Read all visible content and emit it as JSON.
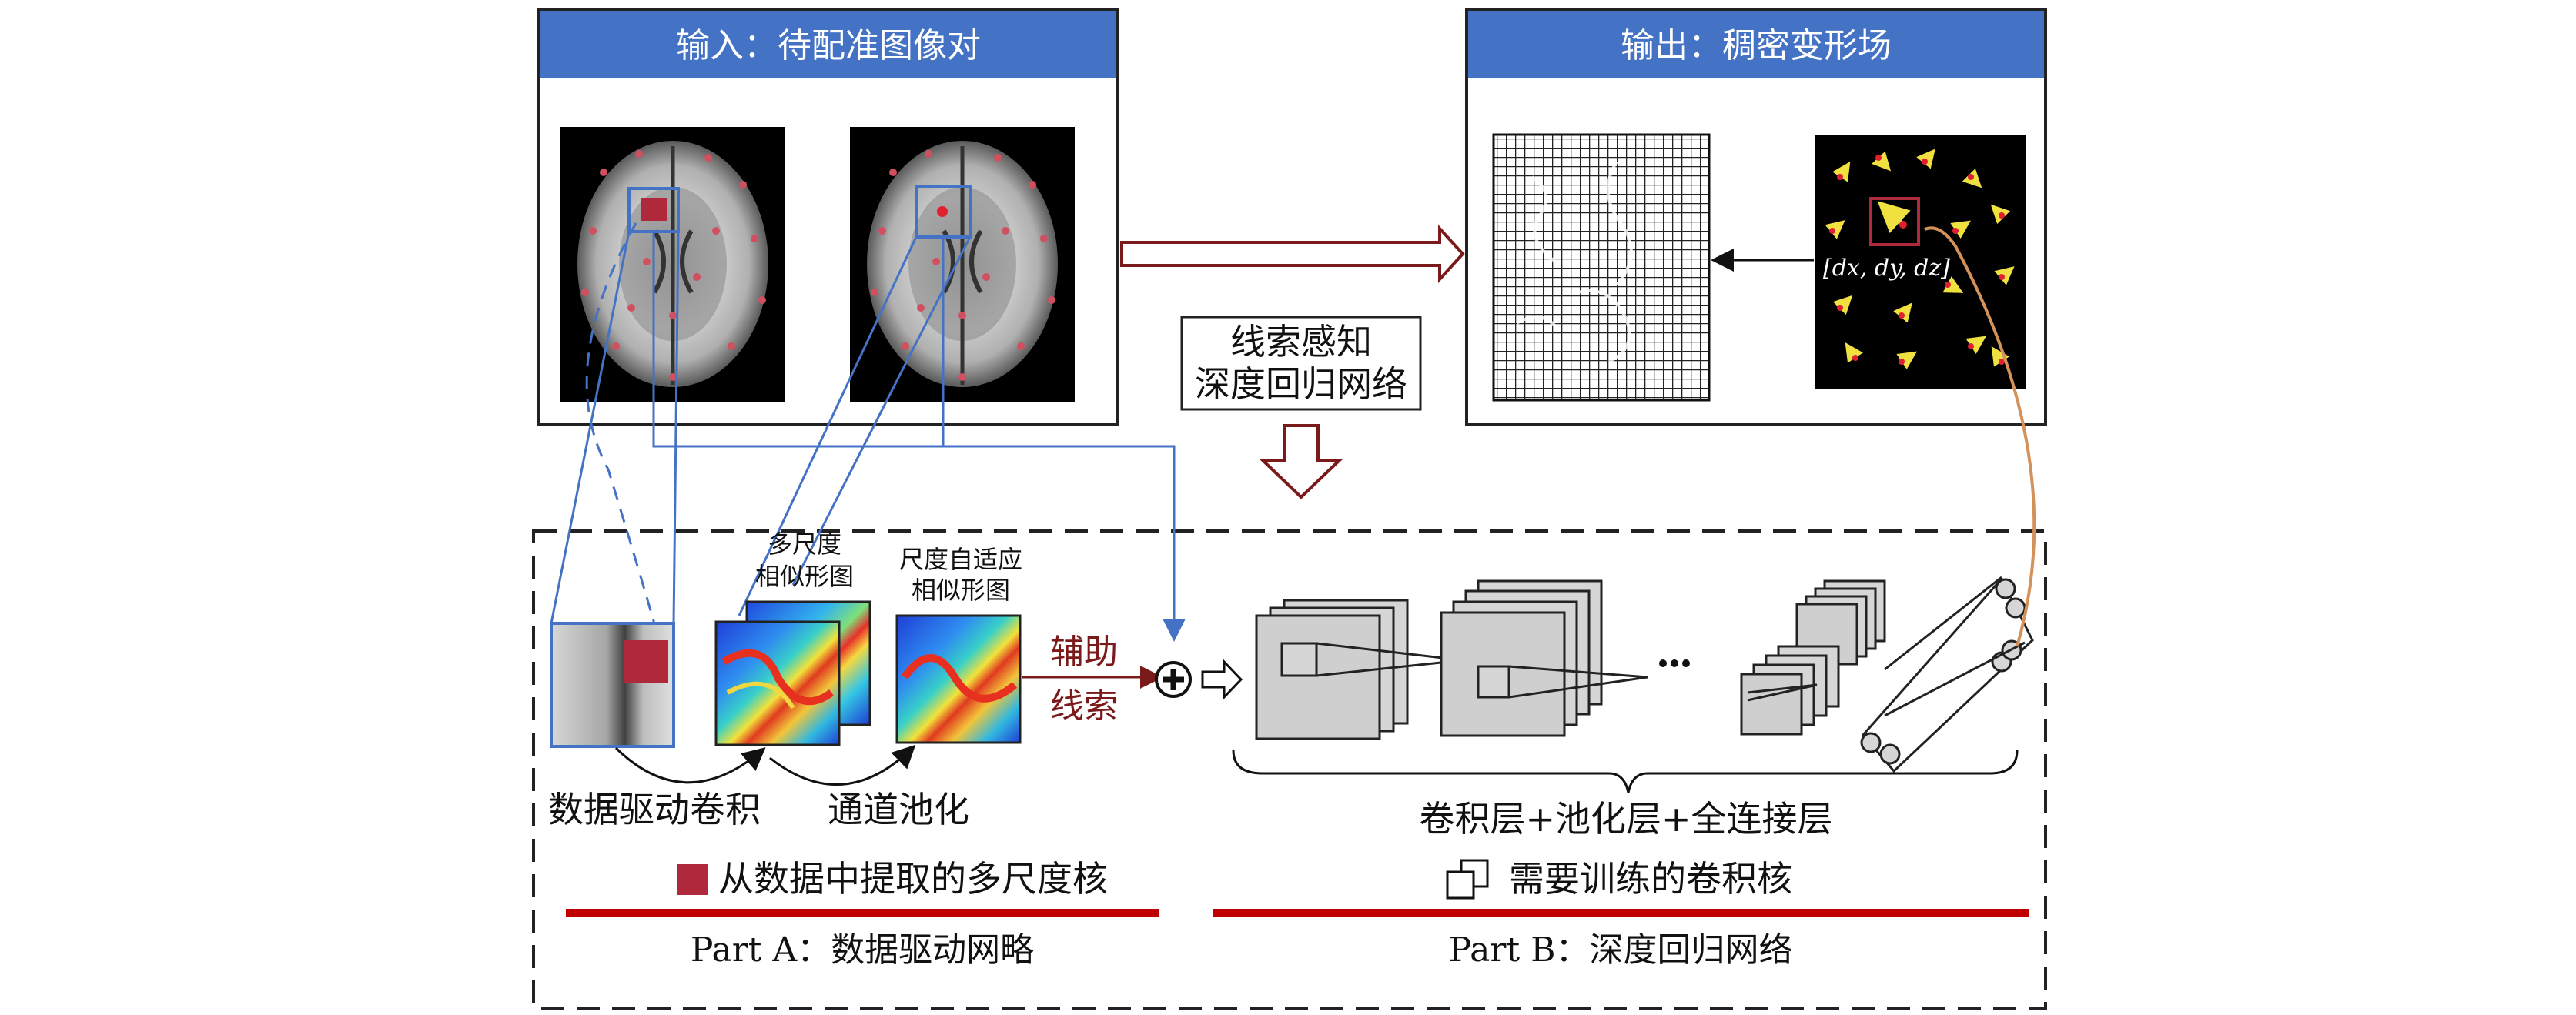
{
  "input_panel": {
    "title": "输入：待配准图像对"
  },
  "output_panel": {
    "title": "输出：稠密变形场",
    "vector_label": "[dx, dy, dz]"
  },
  "middle": {
    "line1": "线索感知",
    "line2": "深度回归网络"
  },
  "part_a": {
    "multi_scale_line1": "多尺度",
    "multi_scale_line2": "相似形图",
    "adaptive_line1": "尺度自适应",
    "adaptive_line2": "相似形图",
    "cue_line1": "辅助",
    "cue_line2": "线索",
    "conv_label": "数据驱动卷积",
    "pool_label": "通道池化",
    "legend": "从数据中提取的多尺度核",
    "title": "Part A：数据驱动网略"
  },
  "part_b": {
    "layers_label": "卷积层+池化层+全连接层",
    "legend": "需要训练的卷积核",
    "title": "Part B：深度回归网络"
  },
  "colors": {
    "header_blue": "#4472c4",
    "dark_red": "#7b1a1a",
    "bar_red": "#c00000",
    "patch_red": "#b0283c",
    "arrow_blue": "#4472c4",
    "orange_line": "#d4925a"
  }
}
